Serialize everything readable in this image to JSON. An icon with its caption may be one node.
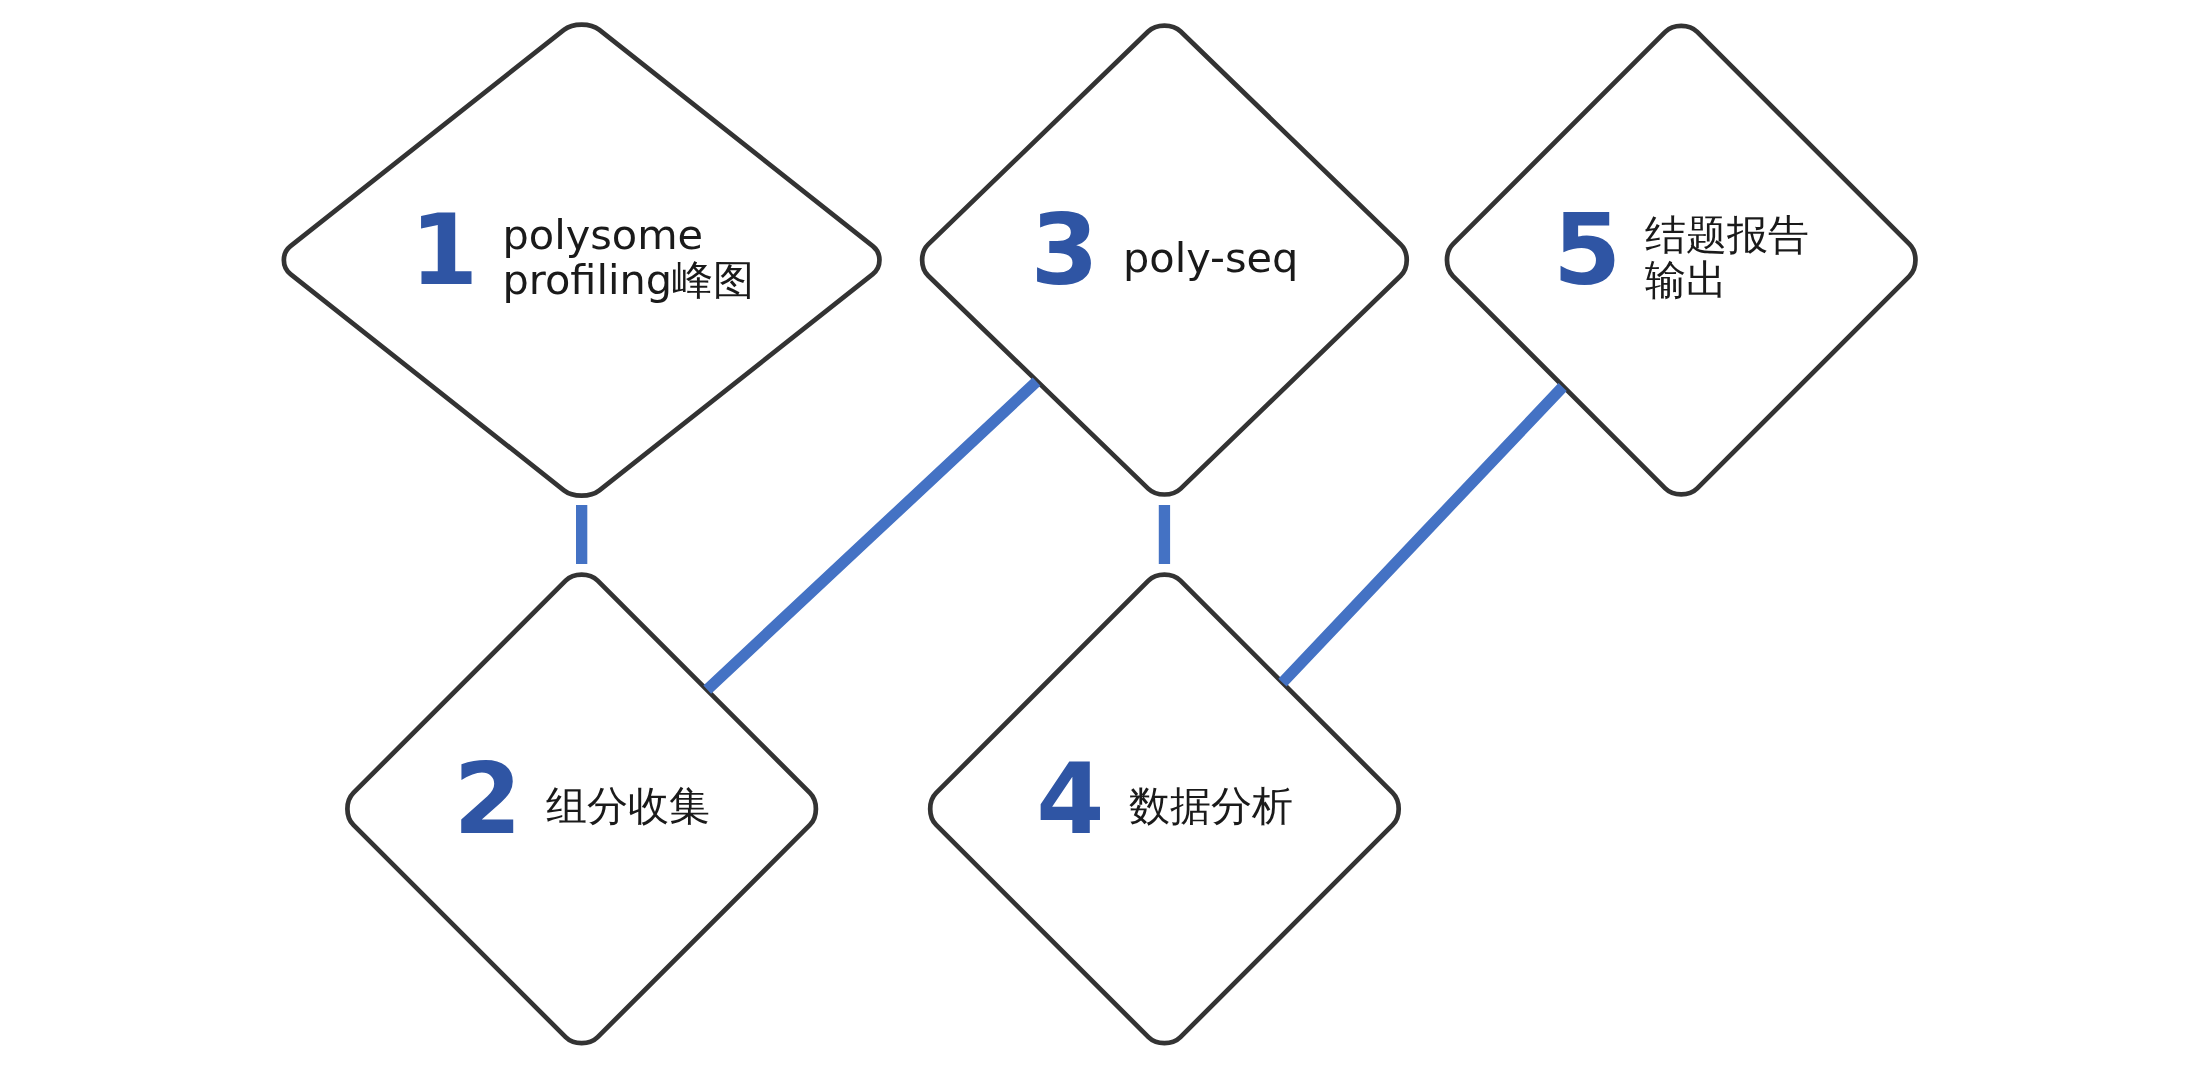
{
  "diagram": {
    "nodes": [
      {
        "text": [
          "1",
          "polysome profiling峰图"
        ]
      },
      {
        "text": [
          "2",
          "组分收集"
        ]
      },
      {
        "text": [
          "3",
          "poly-seq"
        ]
      },
      {
        "text": [
          "4",
          "数据分析"
        ]
      },
      {
        "text": [
          "5",
          "结题报告输出"
        ]
      }
    ],
    "edges": [
      {
        "from": 0,
        "to": 1,
        "arrow": "none"
      },
      {
        "from": 1,
        "to": 2,
        "arrow": "none"
      },
      {
        "from": 2,
        "to": 3,
        "arrow": "none"
      },
      {
        "from": 3,
        "to": 4,
        "arrow": "none"
      }
    ]
  }
}
